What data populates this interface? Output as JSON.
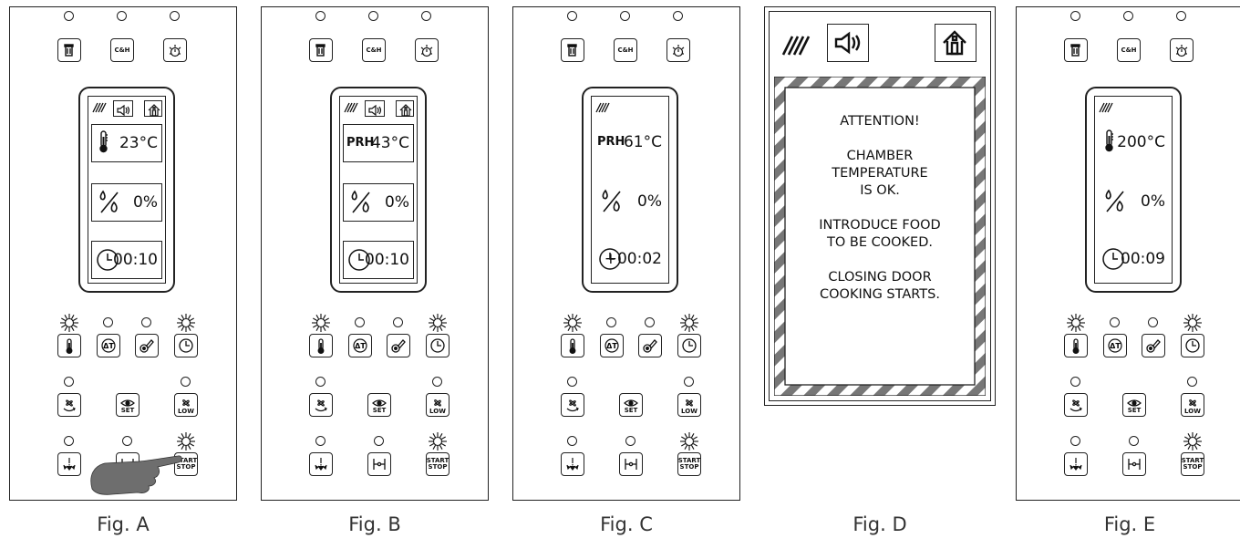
{
  "figures": [
    {
      "label": "Fig. A",
      "show_header_icons": true,
      "boxed_rows": true,
      "temp_prefix": "",
      "temp_value": "23°C",
      "humidity": "0%",
      "time": "00:10",
      "show_hand": true
    },
    {
      "label": "Fig. B",
      "show_header_icons": true,
      "boxed_rows": true,
      "temp_prefix": "PRH",
      "temp_value": "43°C",
      "humidity": "0%",
      "time": "00:10",
      "show_hand": false
    },
    {
      "label": "Fig. C",
      "show_header_icons": false,
      "boxed_rows": false,
      "temp_prefix": "PRH",
      "temp_value": "61°C",
      "humidity": "0%",
      "time": "+00:02",
      "show_hand": false
    },
    {
      "label": "Fig. E",
      "show_header_icons": false,
      "boxed_rows": false,
      "temp_prefix": "",
      "temp_value": "200°C",
      "humidity": "0%",
      "time": "00:09",
      "show_hand": false
    }
  ],
  "fig_d": {
    "label": "Fig. D",
    "lines": [
      "ATTENTION!",
      "",
      "CHAMBER",
      "TEMPERATURE",
      "IS OK.",
      "",
      "INTRODUCE FOOD",
      "TO BE COOKED.",
      "",
      "CLOSING DOOR",
      "COOKING STARTS."
    ]
  },
  "buttons": {
    "top": [
      "trash-icon",
      "C&H",
      "timer-light-icon"
    ],
    "mode": [
      "thermometer-icon",
      "delta-t-icon",
      "probe-icon",
      "clock-icon"
    ],
    "fan": [
      "fan-reverse-icon",
      "SET",
      "LOW"
    ],
    "bottom": [
      "vent-icon",
      "door-icon",
      "START",
      "STOP"
    ]
  },
  "colors": {
    "stroke": "#222222",
    "stripe": "#777777",
    "hand": "#6e6e6e"
  }
}
